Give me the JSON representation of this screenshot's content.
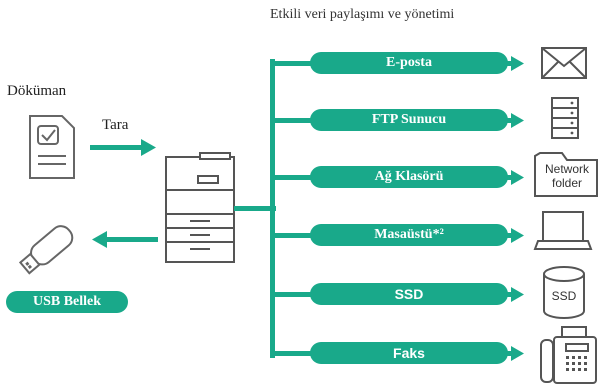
{
  "header": {
    "title": "Etkili veri paylaşımı ve yönetimi"
  },
  "left": {
    "document_label": "Döküman",
    "scan_label": "Tara",
    "usb_label": "USB Bellek"
  },
  "destinations": [
    {
      "label": "E-posta",
      "icon": "envelope-icon"
    },
    {
      "label": "FTP Sunucu",
      "icon": "server-icon"
    },
    {
      "label": "Ağ Klasörü",
      "icon": "folder-icon",
      "icon_text": [
        "Network",
        "folder"
      ]
    },
    {
      "label": "Masaüstü*²",
      "icon": "laptop-icon"
    },
    {
      "label": "SSD",
      "icon": "ssd-icon",
      "icon_text": [
        "SSD"
      ]
    },
    {
      "label": "Faks",
      "icon": "fax-icon"
    }
  ],
  "colors": {
    "accent": "#19a98a",
    "icon_stroke": "#555555"
  }
}
